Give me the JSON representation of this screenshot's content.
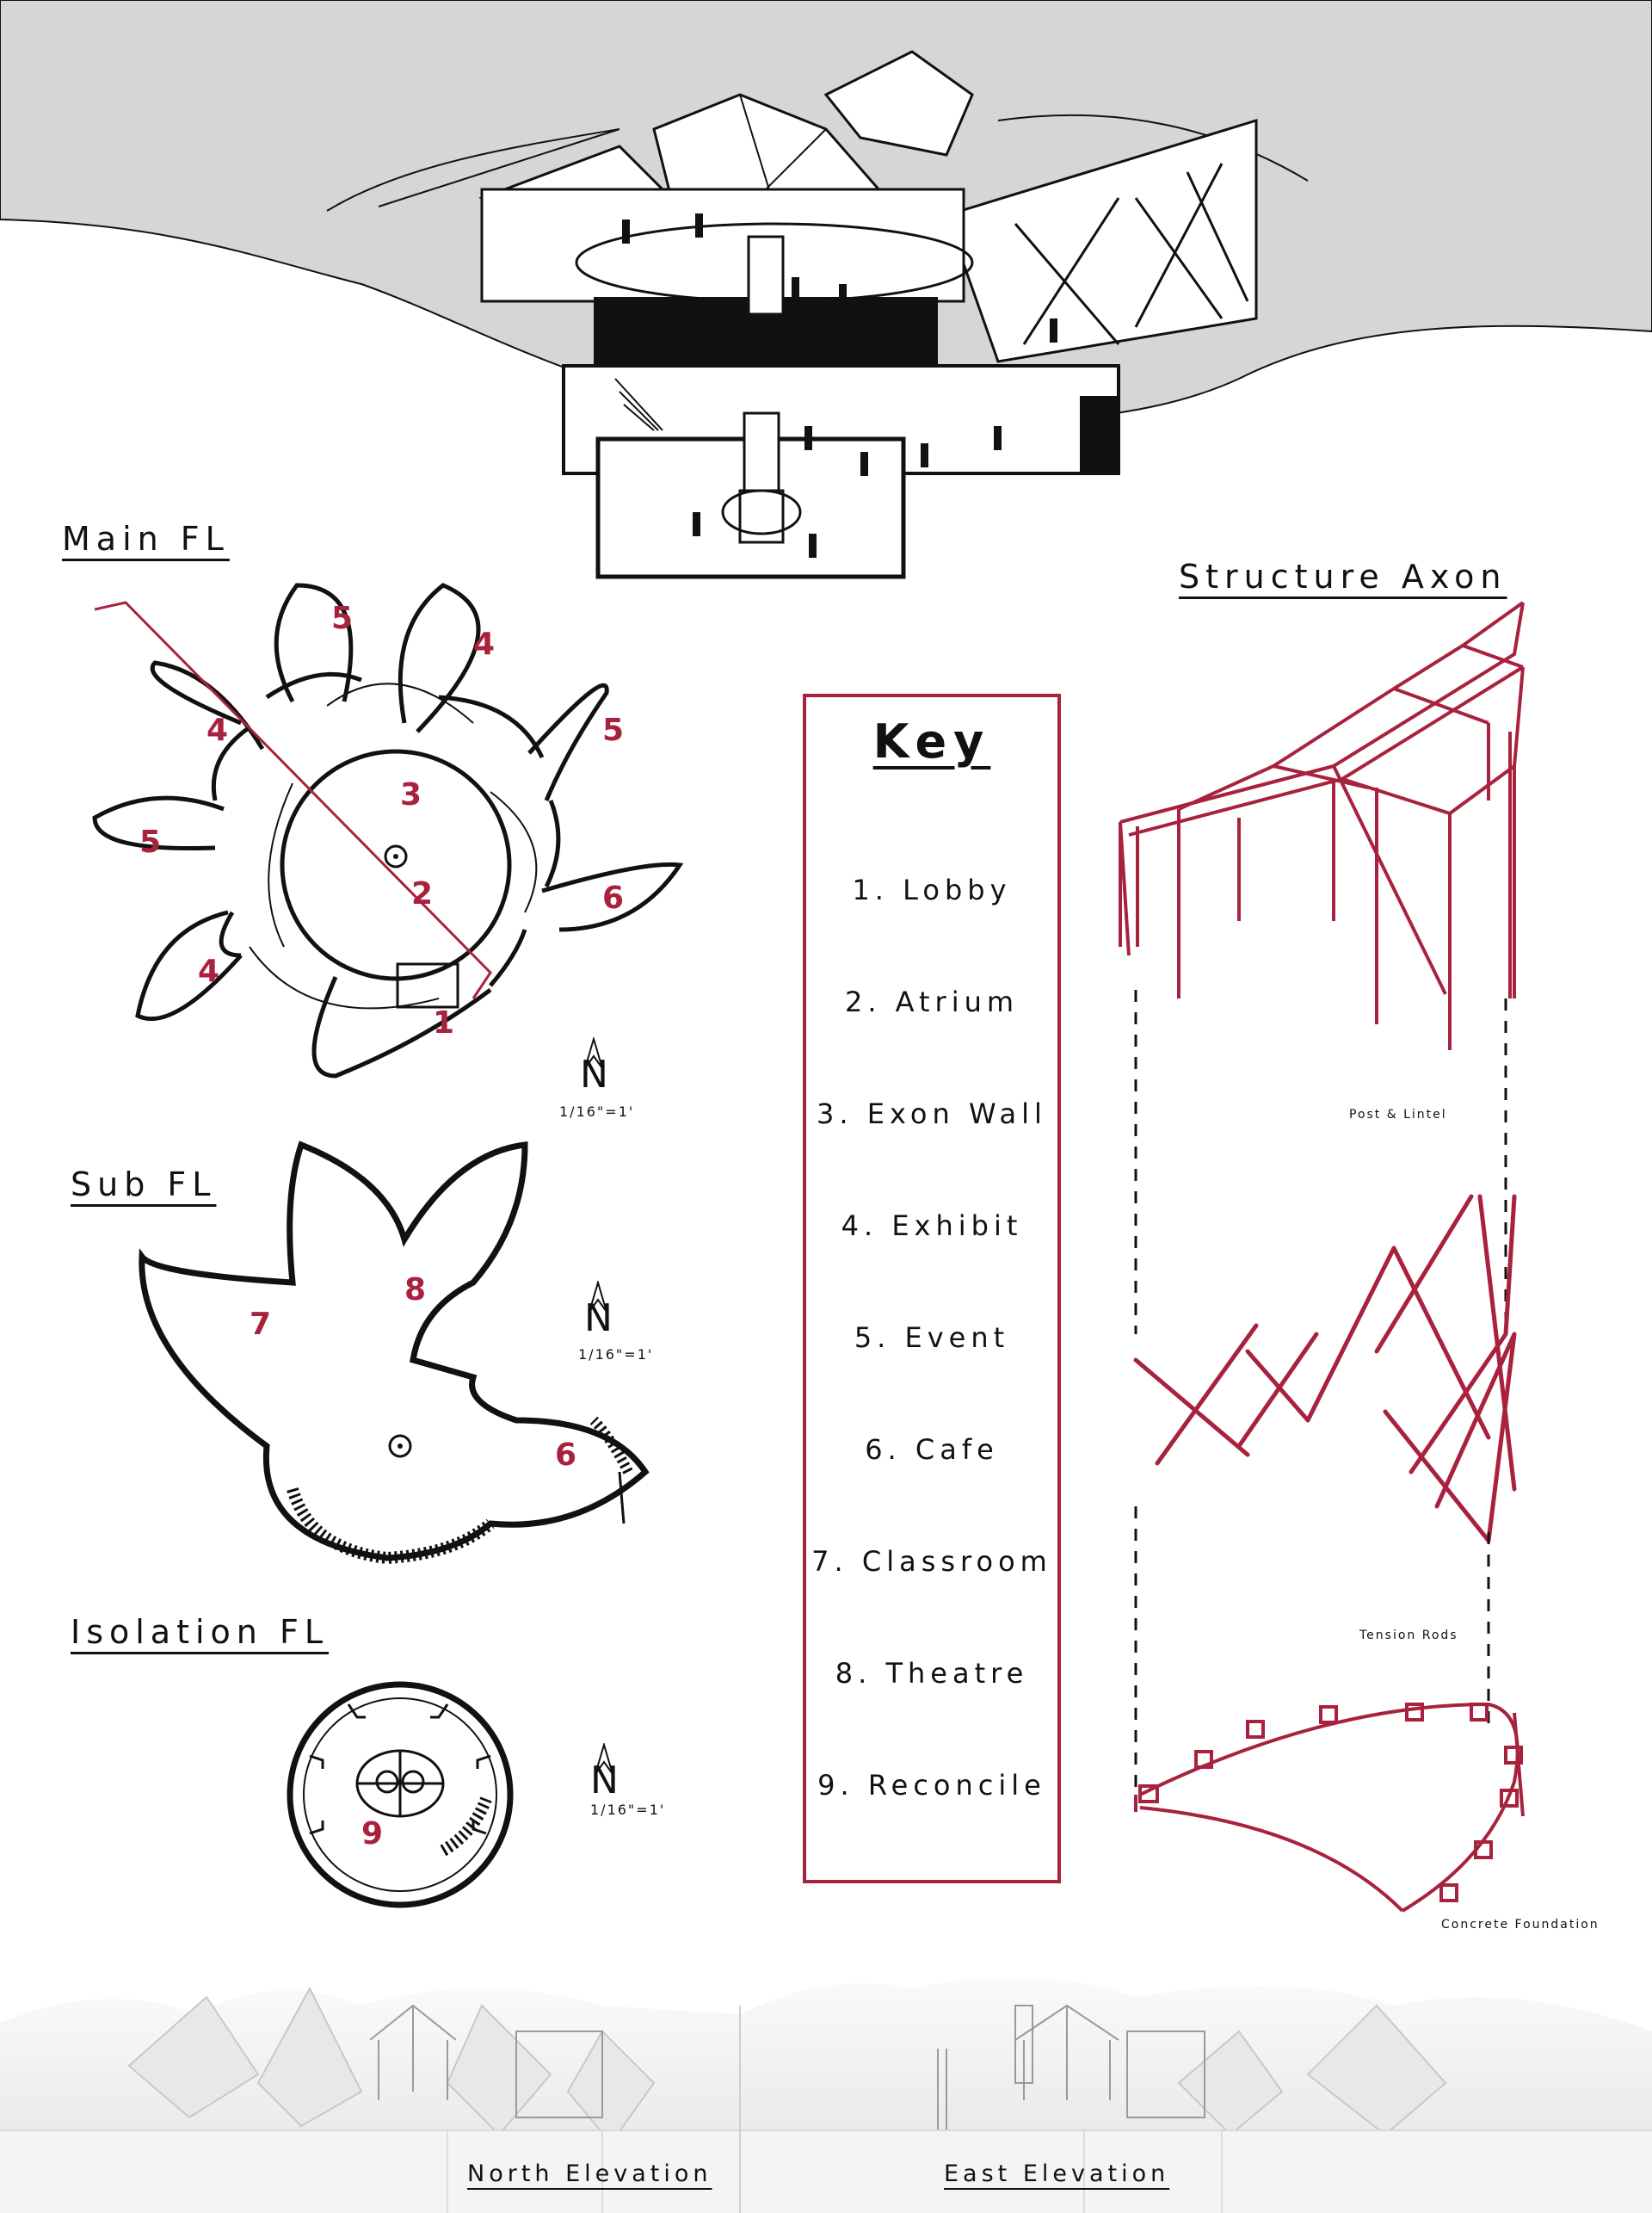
{
  "colors": {
    "accent": "#a8223e",
    "ink": "#111111",
    "sky": "#d5d6d8"
  },
  "plans": {
    "main": {
      "title": "Main FL",
      "scale": "1/16\"=1'",
      "numbers": [
        "5",
        "4",
        "4",
        "5",
        "3",
        "5",
        "2",
        "6",
        "4",
        "1"
      ]
    },
    "sub": {
      "title": "Sub FL",
      "scale": "1/16\"=1'",
      "numbers": [
        "8",
        "7",
        "6"
      ]
    },
    "isolation": {
      "title": "Isolation FL",
      "scale": "1/16\"=1'",
      "numbers": [
        "9"
      ]
    }
  },
  "key": {
    "title": "Key",
    "items": [
      "1. Lobby",
      "2. Atrium",
      "3. Exon Wall",
      "4. Exhibit",
      "5. Event",
      "6. Cafe",
      "7. Classroom",
      "8. Theatre",
      "9. Reconcile"
    ]
  },
  "structure": {
    "title": "Structure Axon",
    "labels": {
      "post": "Post & Lintel",
      "tension": "Tension Rods",
      "foundation": "Concrete Foundation"
    }
  },
  "elevations": {
    "north": "North Elevation",
    "east": "East Elevation"
  },
  "compass_letter": "N"
}
